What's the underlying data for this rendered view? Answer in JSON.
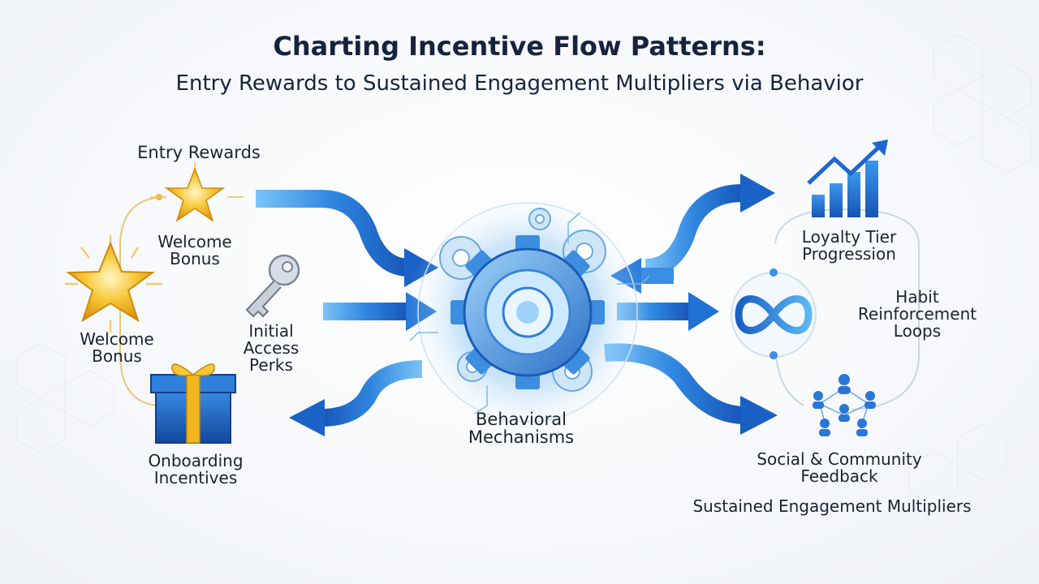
{
  "title": "Charting Incentive Flow Patterns:",
  "subtitle": "Entry Rewards to Sustained Engagement Multipliers via Behavior",
  "left": {
    "group_label": "Entry Rewards",
    "welcome_bonus_top": "Welcome Bonus",
    "welcome_bonus_left": "Welcome Bonus",
    "initial_access": "Initial Access Perks",
    "onboarding": "Onboarding Incentives"
  },
  "center": {
    "label": "Behavioral Mechanisms"
  },
  "right": {
    "loyalty": "Loyalty Tier Progression",
    "habit": "Habit Reinforcement Loops",
    "social": "Social & Community Feedback",
    "group_label": "Sustained Engagement Multipliers"
  },
  "colors": {
    "arrow_blue": "#1f6fd6",
    "arrow_light": "#5ab2f2",
    "gold": "#f2b61d",
    "navy": "#15233f"
  }
}
